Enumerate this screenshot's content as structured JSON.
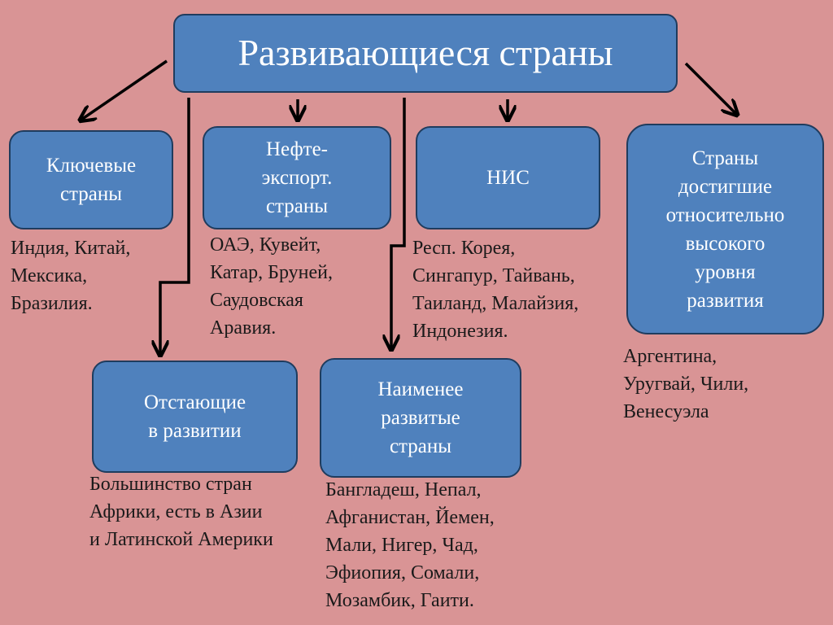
{
  "title": "Развивающиеся страны",
  "categories": [
    {
      "id": "key",
      "label": "Ключевые\nстраны",
      "examples": "Индия, Китай,\nМексика,\nБразилия."
    },
    {
      "id": "oil",
      "label": "Нефте-\nэкспорт.\nстраны",
      "examples": "ОАЭ, Кувейт,\nКатар, Бруней,\nСаудовская\nАравия."
    },
    {
      "id": "nic",
      "label": "НИС",
      "examples": "Респ. Корея,\nСингапур, Тайвань,\nТаиланд, Малайзия,\nИндонезия."
    },
    {
      "id": "high",
      "label": "Страны\nдостигшие\nотносительно\nвысокого\nуровня\nразвития",
      "examples": "Аргентина,\nУругвай, Чили,\nВенесуэла"
    },
    {
      "id": "lagging",
      "label": "Отстающие\nв развитии",
      "examples": "Большинство стран\nАфрики, есть в Азии\nи Латинской Америки"
    },
    {
      "id": "least",
      "label": "Наименее\nразвитые\nстраны",
      "examples": "Бангладеш, Непал,\nАфганистан, Йемен,\nМали, Нигер, Чад,\nЭфиопия, Сомали,\nМозамбик, Гаити."
    }
  ]
}
